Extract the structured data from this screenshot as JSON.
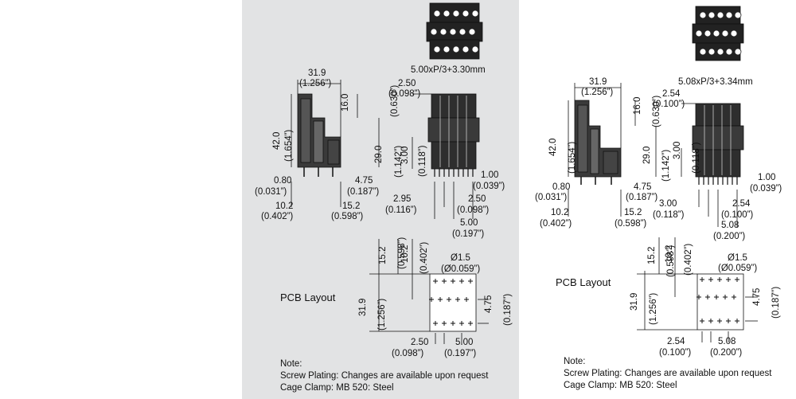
{
  "left": {
    "pitch_formula": "5.00xP/3+3.30mm",
    "dims": {
      "width_a": "31.9",
      "width_a_in": "(1.256”)",
      "height_top": "16.0",
      "height_top_in": "(0.630”)",
      "height_total": "42.0",
      "height_total_in": "(1.654”)",
      "height_mid": "29.0",
      "height_mid_in": "(1.142”)",
      "pitch_half": "2.50",
      "pitch_half_in": "(0.098”)",
      "step_300": "3.00",
      "step_300_in": "(0.118”)",
      "pin_080": "0.80",
      "pin_080_in": "(0.031”)",
      "off_475": "4.75",
      "off_475_in": "(0.187”)",
      "pos_102": "10.2",
      "pos_102_in": "(0.402”)",
      "pos_152": "15.2",
      "pos_152_in": "(0.598”)",
      "pin_100": "1.00",
      "pin_100_in": "(0.039”)",
      "gap_295": "2.95",
      "gap_295_in": "(0.116”)",
      "gap_250": "2.50",
      "gap_250_in": "(0.098”)",
      "pitch_500": "5.00",
      "pitch_500_in": "(0.197”)"
    },
    "pcb": {
      "title": "PCB Layout",
      "v152": "15.2",
      "v152_in": "(0.598”)",
      "v102": "10.2",
      "v102_in": "(0.402”)",
      "hole": "Ø1.5",
      "hole_in": "(Ø0.059”)",
      "v319": "31.9",
      "v319_in": "(1.256”)",
      "v475": "4.75",
      "v475_in": "(0.187”)",
      "h250": "2.50",
      "h250_in": "(0.098”)",
      "h500": "5.00",
      "h500_in": "(0.197”)"
    },
    "note": {
      "heading": "Note:",
      "line1": "Screw Plating: Changes are available upon request",
      "line2": "Cage Clamp: MB 520: Steel"
    }
  },
  "right": {
    "pitch_formula": "5.08xP/3+3.34mm",
    "dims": {
      "width_a": "31.9",
      "width_a_in": "(1.256”)",
      "height_top": "16.0",
      "height_top_in": "(0.630”)",
      "height_total": "42.0",
      "height_total_in": "(1.654”)",
      "height_mid": "29.0",
      "height_mid_in": "(1.142”)",
      "pitch_half": "2.54",
      "pitch_half_in": "(0.100”)",
      "step_300": "3.00",
      "step_300_in": "(0.118”)",
      "pin_080": "0.80",
      "pin_080_in": "(0.031”)",
      "off_475": "4.75",
      "off_475_in": "(0.187”)",
      "pos_102": "10.2",
      "pos_102_in": "(0.402”)",
      "pos_152": "15.2",
      "pos_152_in": "(0.598”)",
      "pin_100": "1.00",
      "pin_100_in": "(0.039”)",
      "gap_300": "3.00",
      "gap_300_in": "(0.118”)",
      "gap_254": "2.54",
      "gap_254_in": "(0.100”)",
      "pitch_508": "5.08",
      "pitch_508_in": "(0.200”)"
    },
    "pcb": {
      "title": "PCB Layout",
      "v152": "15.2",
      "v152_in": "(0.598”)",
      "v102": "10.2",
      "v102_in": "(0.402”)",
      "hole": "Ø1.5",
      "hole_in": "(Ø0.059”)",
      "v319": "31.9",
      "v319_in": "(1.256”)",
      "v475": "4.75",
      "v475_in": "(0.187”)",
      "h254": "2.54",
      "h254_in": "(0.100”)",
      "h508": "5.08",
      "h508_in": "(0.200”)"
    },
    "note": {
      "heading": "Note:",
      "line1": "Screw Plating: Changes are available upon request",
      "line2": "Cage Clamp: MB 520: Steel"
    }
  }
}
